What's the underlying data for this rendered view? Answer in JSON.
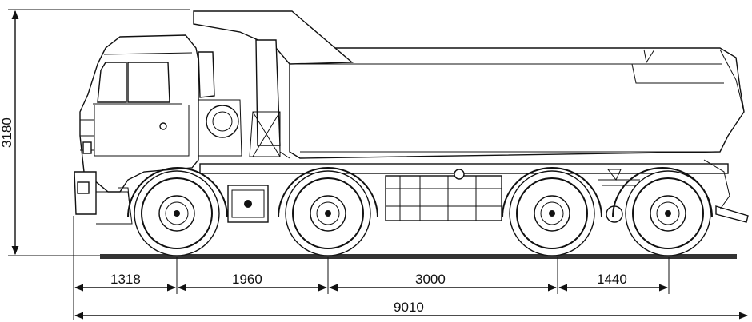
{
  "dimensions": {
    "height_label": "3180",
    "segments": [
      "1318",
      "1960",
      "3000",
      "1440"
    ],
    "total_label": "9010"
  },
  "colors": {
    "ink": "#111111",
    "ground": "#333333",
    "background": "#ffffff"
  }
}
